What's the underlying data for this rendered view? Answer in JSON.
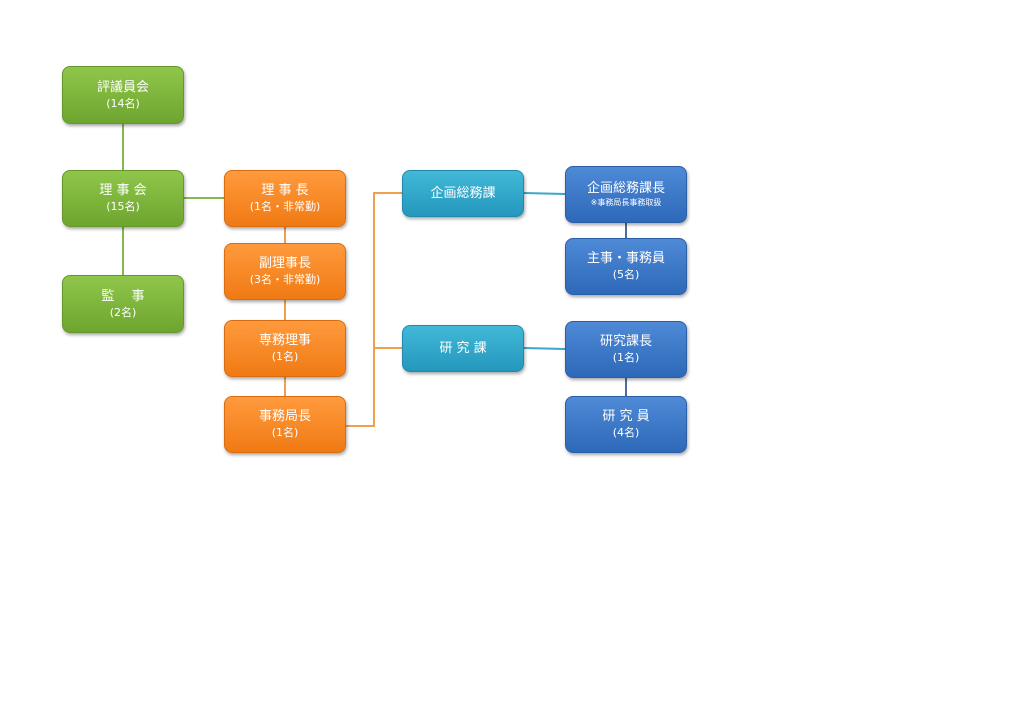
{
  "colors": {
    "green": "#7ab43c",
    "orange": "#f7861f",
    "teal": "#30a8cc",
    "blue": "#3a78c8",
    "line_green": "#86b84e",
    "line_orange": "#f0a04b",
    "line_blue": "#4a6f9e",
    "line_teal": "#3ba7c9"
  },
  "nodes": {
    "hyogiinkai": {
      "name": "評議員会",
      "count": "(14名)"
    },
    "rijikai": {
      "name": "理 事 会",
      "count": "(15名)"
    },
    "kanji": {
      "name": "監　 事",
      "count": "(2名)"
    },
    "rijicho": {
      "name": "理 事 長",
      "count": "(1名・非常勤)"
    },
    "fuku_rijicho": {
      "name": "副理事長",
      "count": "(3名・非常勤)"
    },
    "senmu_riji": {
      "name": "専務理事",
      "count": "(1名)"
    },
    "jimukyokucho": {
      "name": "事務局長",
      "count": "(1名)"
    },
    "kikaku_somuka": {
      "name": "企画総務課"
    },
    "kenkyuka": {
      "name": "研 究 課"
    },
    "kikaku_somu_kacho": {
      "name": "企画総務課長",
      "note": "※事務局長事務取扱"
    },
    "shuji_jimuin": {
      "name": "主事・事務員",
      "count": "(5名)"
    },
    "kenkyu_kacho": {
      "name": "研究課長",
      "count": "(1名)"
    },
    "kenkyuin": {
      "name": "研 究 員",
      "count": "(4名)"
    }
  }
}
